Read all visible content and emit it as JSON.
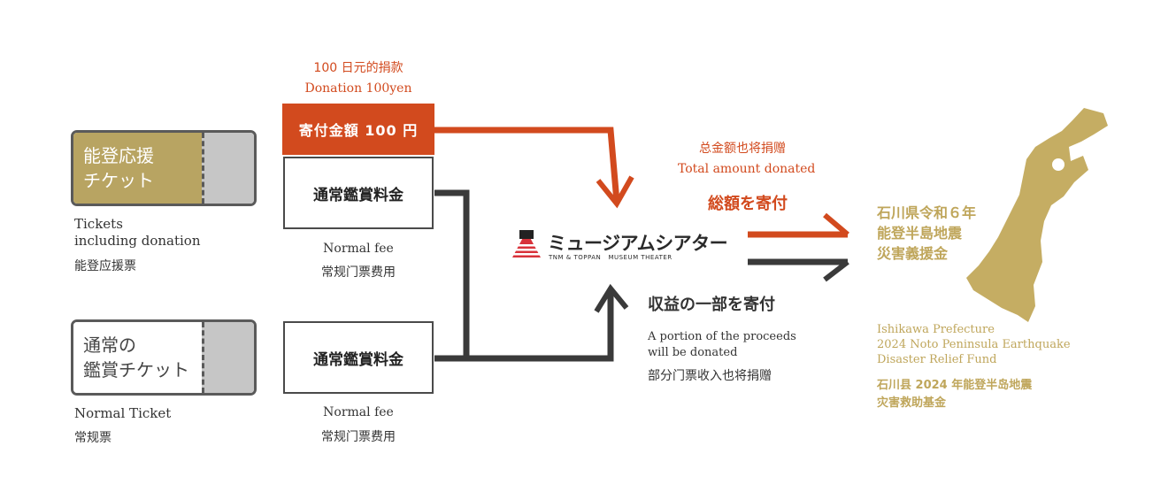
{
  "donation_header": {
    "zh": "100 日元的捐款",
    "en": "Donation 100yen"
  },
  "donation_box": "寄付金額 100 円",
  "ticket_donation": {
    "line1": "能登応援",
    "line2": "チケット",
    "label_en_1": "Tickets",
    "label_en_2": "including donation",
    "label_zh": "能登应援票"
  },
  "ticket_normal": {
    "line1": "通常の",
    "line2": "鑑賞チケット",
    "label_en": "Normal Ticket",
    "label_zh": "常规票"
  },
  "fee_top": {
    "box": "通常鑑賞料金",
    "en": "Normal fee",
    "zh": "常规门票费用"
  },
  "fee_bottom": {
    "box": "通常鑑賞料金",
    "en": "Normal fee",
    "zh": "常规门票费用"
  },
  "theater": {
    "name": "ミュージアムシアター",
    "subtitle": "TNM & TOPPAN   MUSEUM THEATER"
  },
  "total": {
    "zh": "总金额也将捐赠",
    "en": "Total amount donated",
    "jp": "総額を寄付"
  },
  "portion": {
    "jp": "収益の一部を寄付",
    "en_1": "A portion of the proceeds",
    "en_2": "will be donated",
    "zh": "部分门票收入也将捐赠"
  },
  "fund": {
    "jp_1": "石川県令和６年",
    "jp_2": "能登半島地震",
    "jp_3": "災害義援金",
    "en_1": "Ishikawa Prefecture",
    "en_2": "2024 Noto Peninsula Earthquake",
    "en_3": "Disaster Relief Fund",
    "zh_1": "石川县 2024 年能登半岛地震",
    "zh_2": "灾害救助基金"
  },
  "colors": {
    "accent_orange": "#d24a1e",
    "gold": "#bfa65b",
    "dark_line": "#3a3a3a",
    "ticket_gold_fill": "#b8a462",
    "stub_gray": "#c6c6c6"
  }
}
